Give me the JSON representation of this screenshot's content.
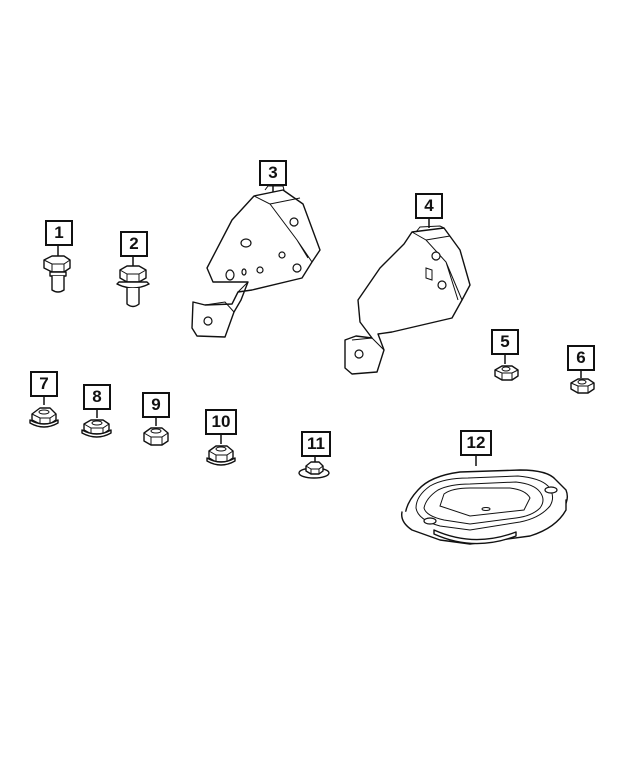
{
  "callouts": [
    {
      "id": "1",
      "label": "1",
      "part": "bolt"
    },
    {
      "id": "2",
      "label": "2",
      "part": "bolt"
    },
    {
      "id": "3",
      "label": "3",
      "part": "bracket"
    },
    {
      "id": "4",
      "label": "4",
      "part": "bracket"
    },
    {
      "id": "5",
      "label": "5",
      "part": "nut"
    },
    {
      "id": "6",
      "label": "6",
      "part": "nut"
    },
    {
      "id": "7",
      "label": "7",
      "part": "nut"
    },
    {
      "id": "8",
      "label": "8",
      "part": "nut"
    },
    {
      "id": "9",
      "label": "9",
      "part": "nut"
    },
    {
      "id": "10",
      "label": "10",
      "part": "nut"
    },
    {
      "id": "11",
      "label": "11",
      "part": "washer-nut"
    },
    {
      "id": "12",
      "label": "12",
      "part": "gasket"
    }
  ],
  "colors": {
    "line": "#111111",
    "fill": "#ffffff"
  }
}
